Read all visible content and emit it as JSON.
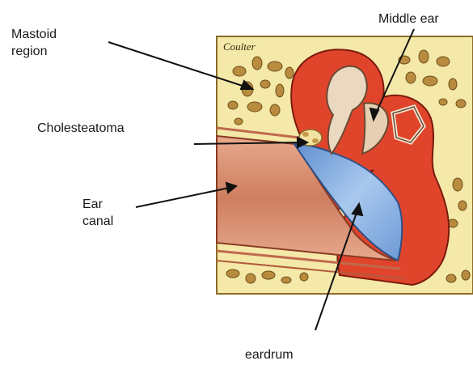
{
  "labels": {
    "mastoid": [
      "Mastoid",
      "region"
    ],
    "middle_ear": "Middle ear",
    "cholesteatoma": "Cholesteatoma",
    "ear_canal": [
      "Ear",
      "canal"
    ],
    "eardrum": "eardrum"
  },
  "signature": "Coulter",
  "colors": {
    "bone": "#f4e9a8",
    "bone_dot": "#b98b3e",
    "red_tissue": "#e0452c",
    "canal": "#d98f74",
    "eardrum": "#8fb6e3",
    "ossicle": "#ead8c0",
    "outline": "#5a1d10"
  }
}
